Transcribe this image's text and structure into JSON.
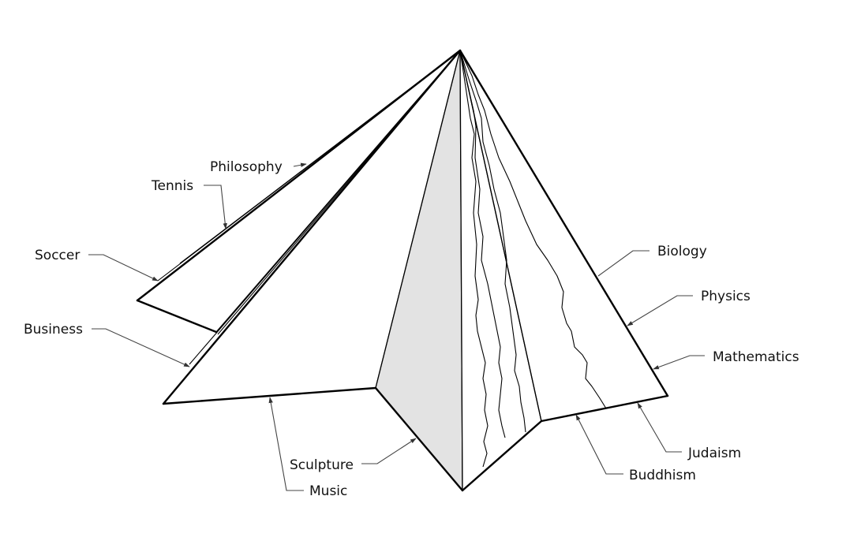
{
  "labels": {
    "philosophy": "Philosophy",
    "tennis": "Tennis",
    "soccer": "Soccer",
    "business": "Business",
    "sculpture": "Sculpture",
    "music": "Music",
    "biology": "Biology",
    "physics": "Physics",
    "mathematics": "Mathematics",
    "judaism": "Judaism",
    "buddhism": "Buddhism"
  },
  "colors": {
    "outline": "#000000",
    "shaded_face": "#e3e3e3",
    "leader": "#444444",
    "background": "#ffffff"
  }
}
